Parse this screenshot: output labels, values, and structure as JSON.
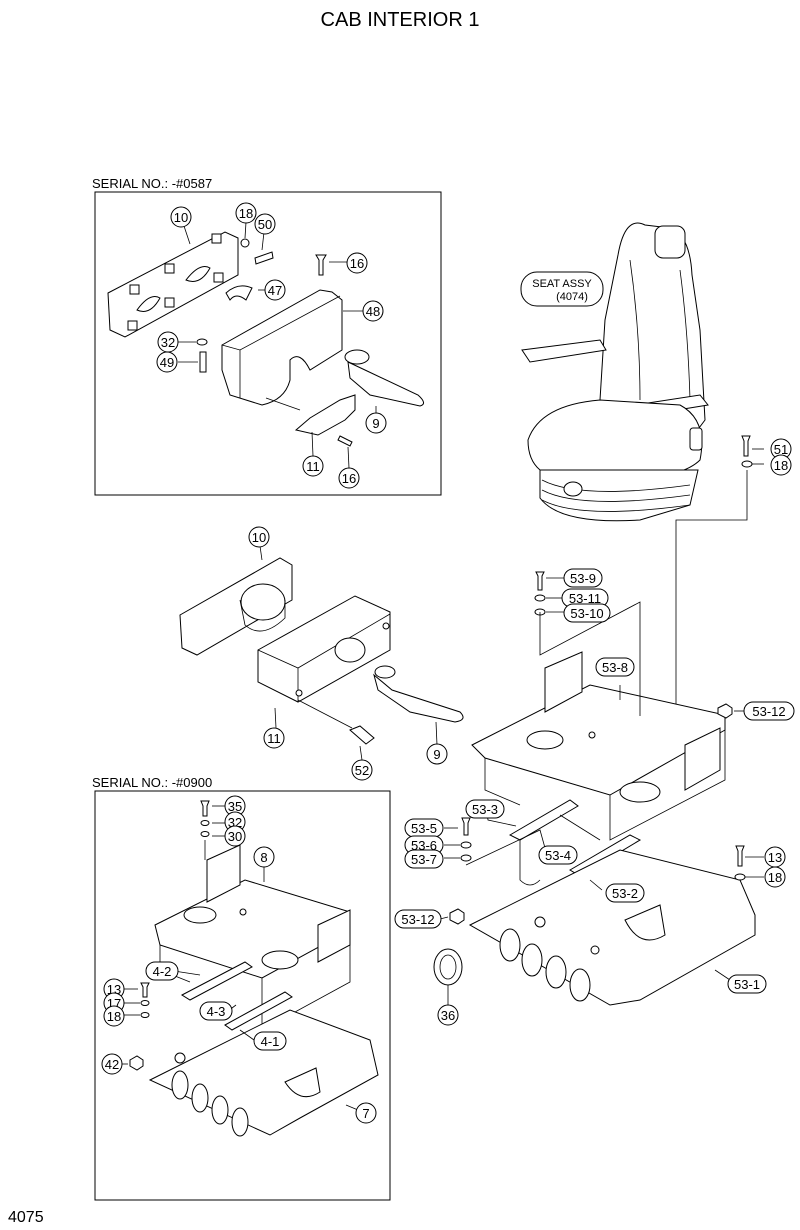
{
  "title": "CAB INTERIOR 1",
  "page_number": "4075",
  "serial_boxes": [
    {
      "label": "SERIAL NO.: -#0587"
    },
    {
      "label": "SERIAL NO.: -#0900"
    }
  ],
  "seat_label": {
    "line1": "SEAT ASSY",
    "line2": "(4074)"
  },
  "callouts": {
    "top_box": [
      "10",
      "18",
      "50",
      "16",
      "47",
      "48",
      "32",
      "49",
      "9",
      "11",
      "16"
    ],
    "seat": [
      "51",
      "18"
    ],
    "middle": [
      "10",
      "11",
      "52",
      "9"
    ],
    "right_assembly": [
      "53-9",
      "53-11",
      "53-10",
      "53-8",
      "53-12",
      "53-3",
      "53-5",
      "53-6",
      "53-7",
      "53-4",
      "53-2",
      "53-12",
      "13",
      "18",
      "36",
      "53-1"
    ],
    "bottom_box": [
      "35",
      "32",
      "30",
      "8",
      "13",
      "17",
      "18",
      "4-2",
      "4-3",
      "4-1",
      "42",
      "7"
    ]
  }
}
